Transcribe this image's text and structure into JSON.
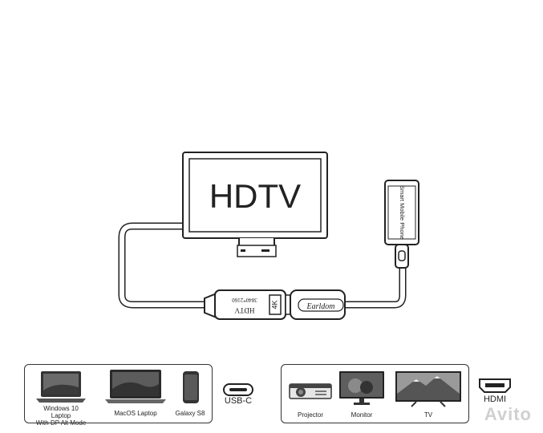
{
  "tv": {
    "label": "HDTV"
  },
  "adapter": {
    "resolution_badge": "4K",
    "port_label": "HDTV",
    "resolution_text": "3840*2160",
    "brand": "Earldom"
  },
  "phone": {
    "label": "Smart Mobile Phone"
  },
  "left_panel": {
    "devices": [
      {
        "name": "laptop-windows",
        "caption_lines": [
          "Windows 10 Laptop",
          "With DP Alt Mode"
        ]
      },
      {
        "name": "laptop-mac",
        "caption_lines": [
          "MacOS Laptop"
        ]
      },
      {
        "name": "phone-galaxy",
        "caption_lines": [
          "Galaxy S8"
        ]
      }
    ]
  },
  "usbc": {
    "label": "USB-C"
  },
  "right_panel": {
    "devices": [
      {
        "name": "projector",
        "caption": "Projector"
      },
      {
        "name": "monitor",
        "caption": "Monitor"
      },
      {
        "name": "tv",
        "caption": "TV"
      }
    ]
  },
  "hdmi": {
    "label": "HDMI"
  },
  "watermark": {
    "text": "Avito"
  },
  "colors": {
    "line": "#222222",
    "panel_border": "#333333",
    "screen_fill": "#555555"
  }
}
